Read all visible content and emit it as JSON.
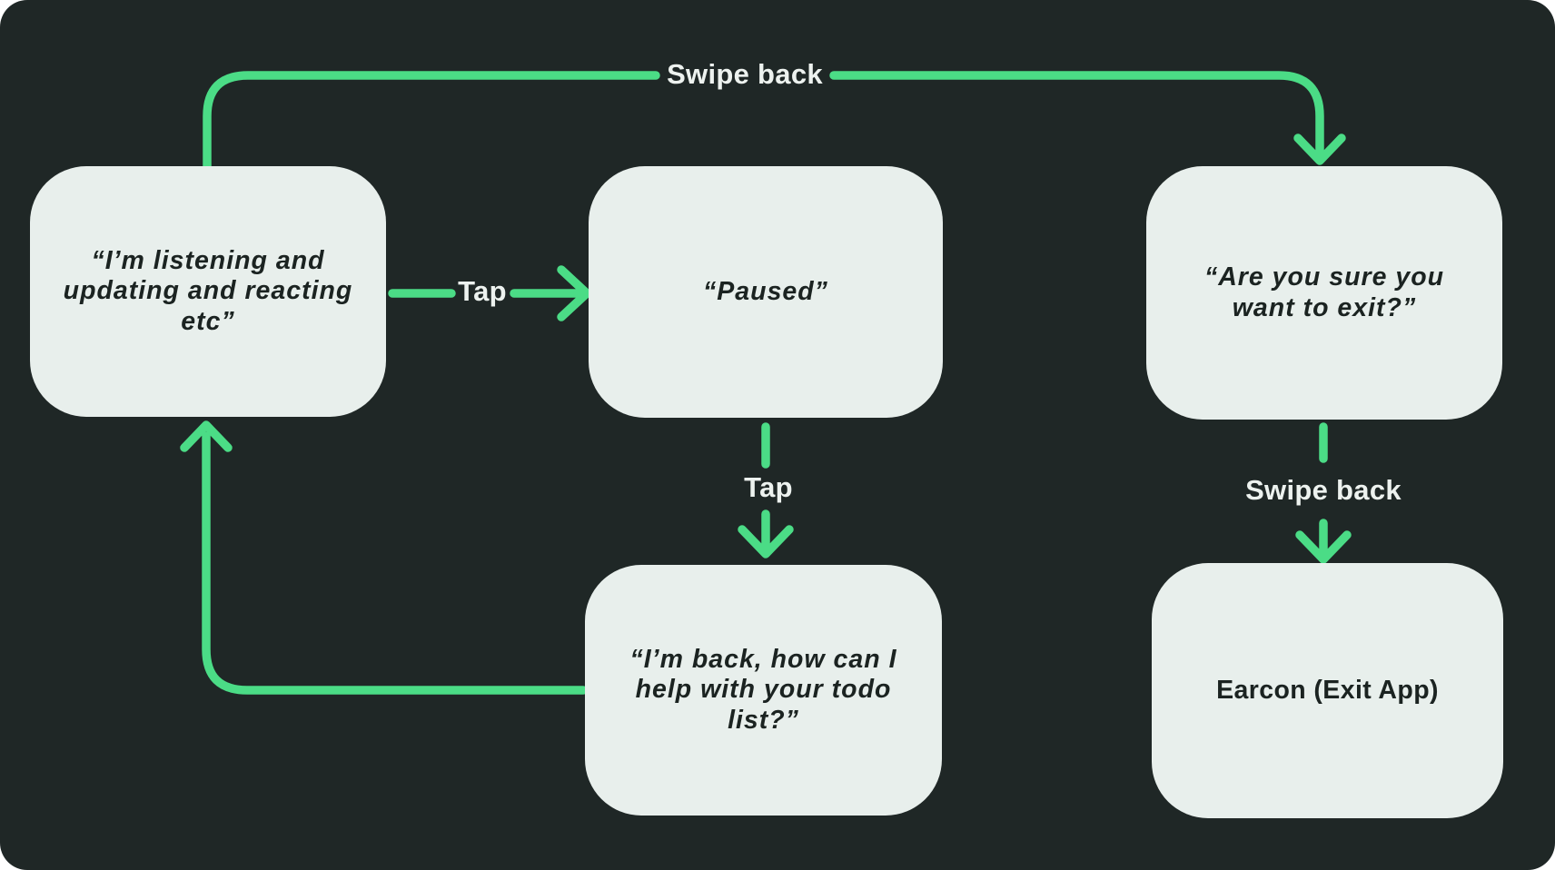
{
  "diagram": {
    "nodes": [
      {
        "id": "listening",
        "label": "“I’m listening and\nupdating and reacting\netc”"
      },
      {
        "id": "paused",
        "label": "“Paused”"
      },
      {
        "id": "confirm-exit",
        "label": "“Are you sure you\nwant to exit?”"
      },
      {
        "id": "back-todo",
        "label": "“I’m back, how can I\nhelp with your todo\nlist?”"
      },
      {
        "id": "earcon-exit",
        "label": "Earcon (Exit App)"
      }
    ],
    "edge_labels": {
      "swipe_back_top": "Swipe back",
      "tap_pause": "Tap",
      "tap_resume": "Tap",
      "swipe_back_exit": "Swipe back"
    },
    "colors": {
      "background": "#1f2726",
      "node_fill": "#e8efec",
      "arrow_green": "#4bdc86",
      "edge_label_text": "#edf2ef",
      "node_text": "#1b2321"
    }
  }
}
